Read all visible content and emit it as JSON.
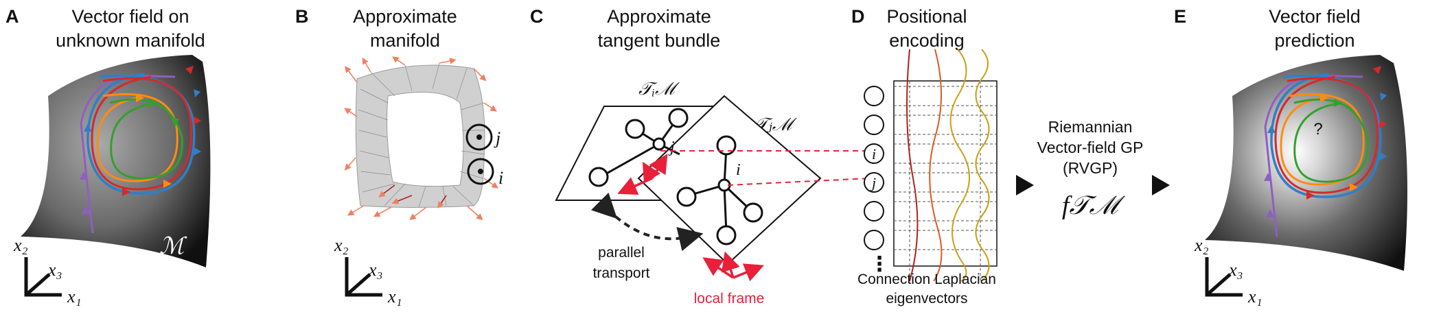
{
  "panels": {
    "A": {
      "letter": "A",
      "title_line1": "Vector field on",
      "title_line2": "unknown manifold",
      "manifold_label": "ℳ"
    },
    "B": {
      "letter": "B",
      "title_line1": "Approximate",
      "title_line2": "manifold",
      "node_j": "j",
      "node_i": "i"
    },
    "C": {
      "letter": "C",
      "title_line1": "Approximate",
      "title_line2": "tangent bundle",
      "tangent_i": "𝒯ᵢℳ",
      "tangent_j": "𝒯ⱼℳ",
      "node_i": "i",
      "node_j": "j",
      "transport_line1": "parallel",
      "transport_line2": "transport",
      "frame_label": "local frame"
    },
    "D": {
      "letter": "D",
      "title_line1": "Positional",
      "title_line2": "encoding",
      "row_i": "i",
      "row_j": "j",
      "dots": "⋮",
      "caption_line1": "Connection Laplacian",
      "caption_line2": "eigenvectors"
    },
    "method": {
      "line1": "Riemannian",
      "line2": "Vector-field GP",
      "line3": "(RVGP)",
      "func": "f𝒯ℳ"
    },
    "E": {
      "letter": "E",
      "title_line1": "Vector field",
      "title_line2": "prediction",
      "question": "?"
    }
  },
  "axes": {
    "x1": "x₁",
    "x2": "x₂",
    "x3": "x₃"
  },
  "colors": {
    "frame_red": "#e8203a",
    "purple": "#8e5fc2",
    "blue": "#2f7fc8",
    "orange": "#ff8c10",
    "green": "#33a02c",
    "red": "#d42a2a",
    "eig_dark": "#b0201a",
    "eig_mid": "#d85a20",
    "eig_gold": "#c9a016"
  }
}
